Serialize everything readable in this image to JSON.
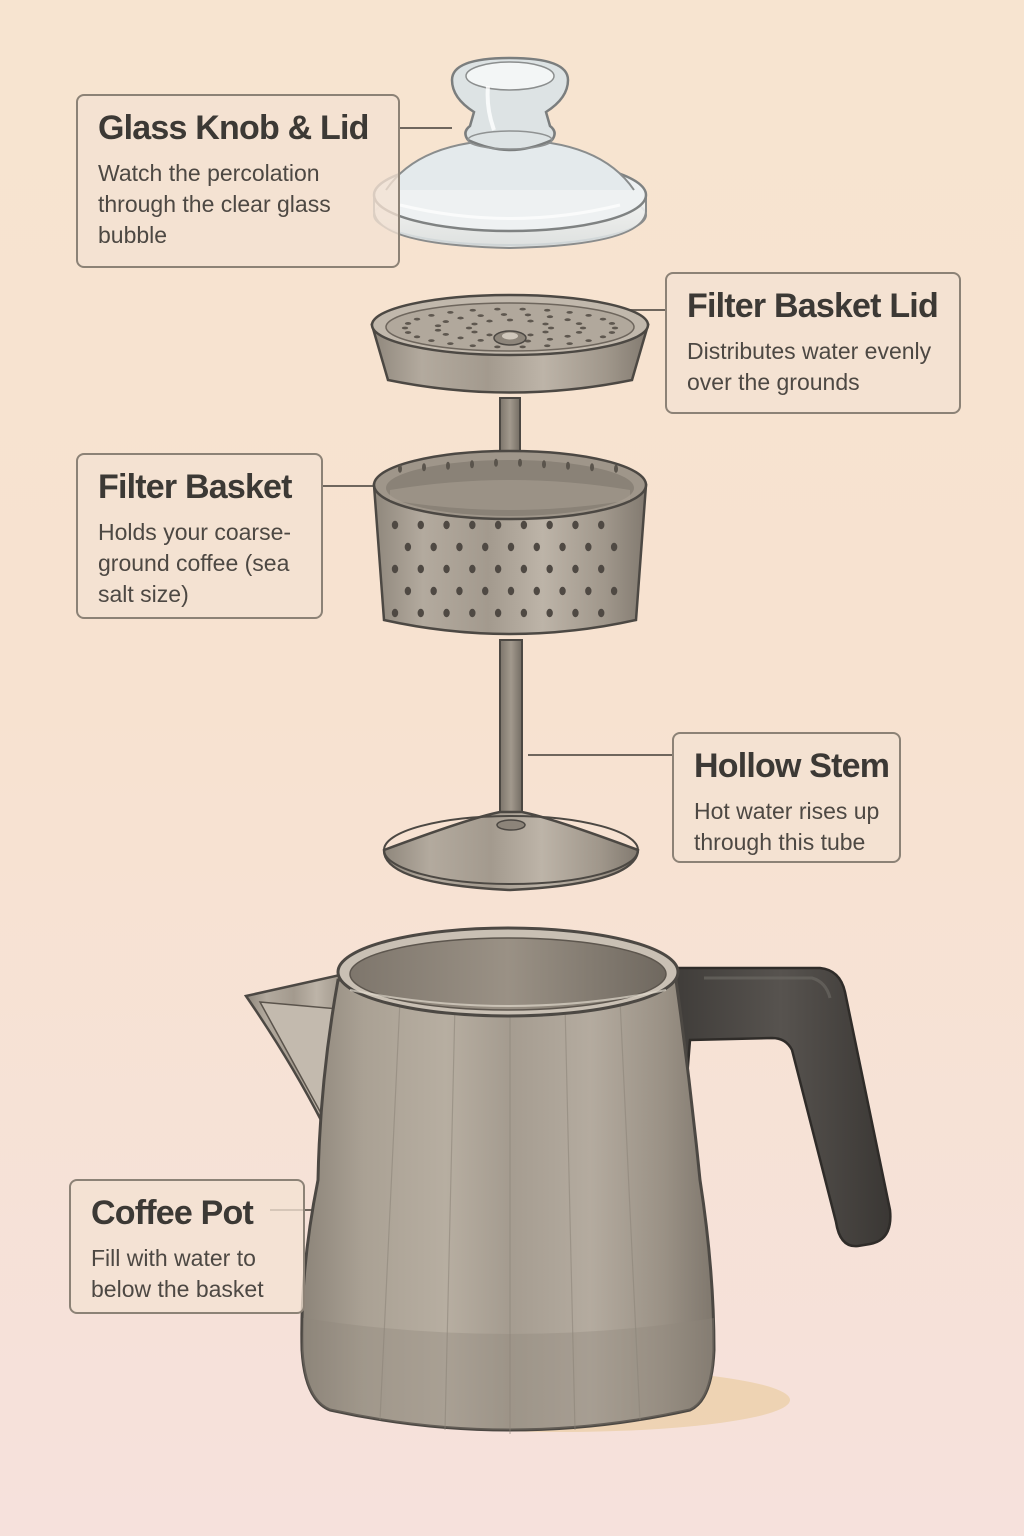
{
  "callouts": {
    "glass_lid": {
      "title": "Glass Knob & Lid",
      "description": "Watch the percolation through the clear glass bubble"
    },
    "basket_lid": {
      "title": "Filter Basket Lid",
      "description_line1": "Distributes water evenly",
      "description_line2": "over the grounds"
    },
    "filter_basket": {
      "title": "Filter Basket",
      "description": "Holds your coarse-ground coffee (sea salt size)"
    },
    "hollow_stem": {
      "title": "Hollow Stem",
      "description_line1": "Hot water rises up",
      "description_line2": "through this tube"
    },
    "coffee_pot": {
      "title": "Coffee Pot",
      "description": "Fill with water to below the basket"
    }
  },
  "colors": {
    "background": "#f7e3d1",
    "metal": "#a69c8f",
    "handle": "#4a4744",
    "outline": "#4c4843",
    "glass": "#e9eef0"
  }
}
